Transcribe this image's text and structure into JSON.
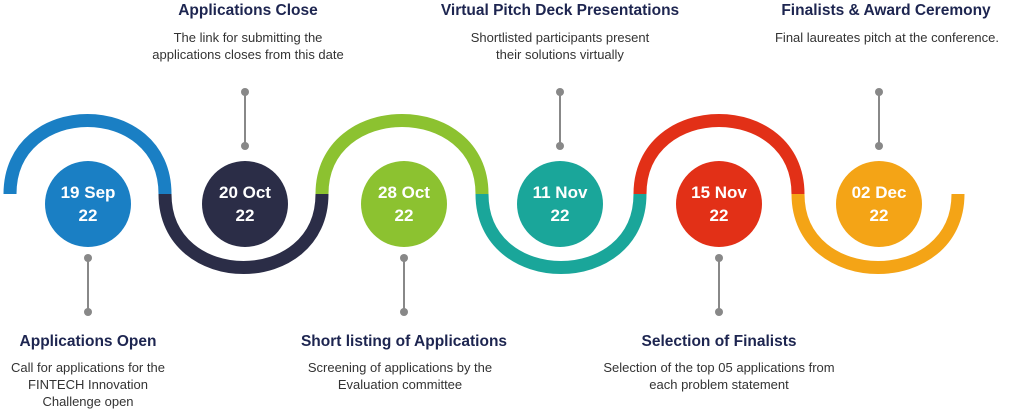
{
  "milestones": [
    {
      "date_line1": "19 Sep",
      "date_line2": "22",
      "title": "Applications Open",
      "desc_lines": [
        "Call for applications for the",
        "FINTECH Innovation",
        "Challenge open"
      ],
      "color": "#1a7fc4"
    },
    {
      "date_line1": "20 Oct",
      "date_line2": "22",
      "title": "Applications Close",
      "desc_lines": [
        "The link for submitting the",
        "applications closes from this date"
      ],
      "color": "#2b2d47"
    },
    {
      "date_line1": "28 Oct",
      "date_line2": "22",
      "title": "Short listing of Applications",
      "desc_lines": [
        "Screening of applications by the",
        "Evaluation committee"
      ],
      "color": "#8cc230"
    },
    {
      "date_line1": "11 Nov",
      "date_line2": "22",
      "title": "Virtual Pitch Deck Presentations",
      "desc_lines": [
        "Shortlisted participants present",
        "their solutions virtually"
      ],
      "color": "#1aa69a"
    },
    {
      "date_line1": "15 Nov",
      "date_line2": "22",
      "title": "Selection of Finalists",
      "desc_lines": [
        "Selection of the top 05 applications from",
        "each problem statement"
      ],
      "color": "#e23017"
    },
    {
      "date_line1": "02 Dec",
      "date_line2": "22",
      "title": "Finalists & Award Ceremony",
      "desc_lines": [
        "Final laureates pitch at the conference."
      ],
      "color": "#f4a416"
    }
  ],
  "connector_color": "#888888"
}
